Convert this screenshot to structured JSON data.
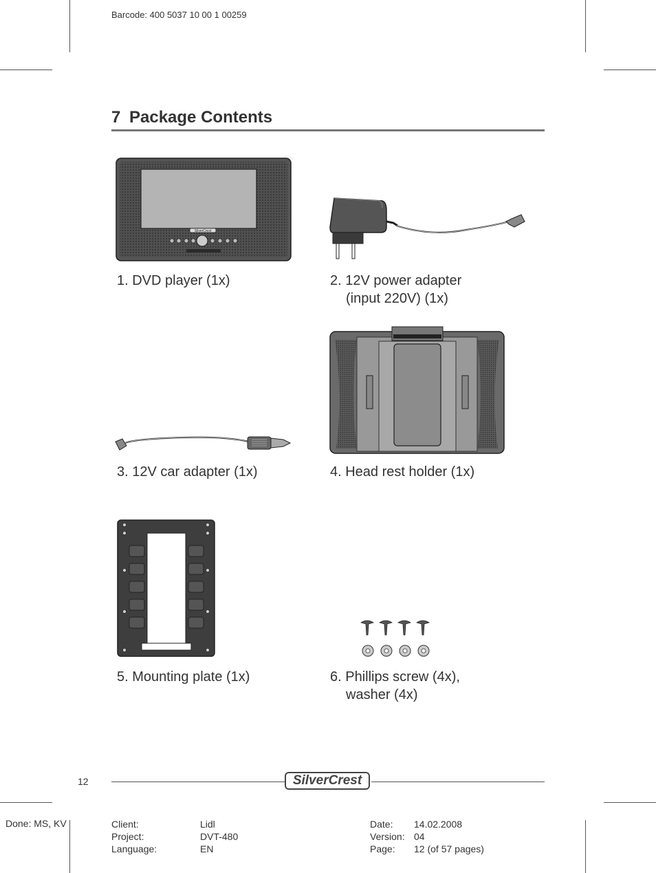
{
  "barcode": "Barcode: 400 5037 10 00 1 00259",
  "section": {
    "number": "7",
    "title": "Package Contents"
  },
  "items": [
    {
      "line1": "1. DVD player (1x)",
      "line2": ""
    },
    {
      "line1": "2. 12V power adapter",
      "line2": "(input 220V) (1x)"
    },
    {
      "line1": "3. 12V car adapter (1x)",
      "line2": ""
    },
    {
      "line1": "4. Head rest holder (1x)",
      "line2": ""
    },
    {
      "line1": "5. Mounting plate (1x)",
      "line2": ""
    },
    {
      "line1": "6. Phillips screw (4x),",
      "line2": "washer (4x)"
    }
  ],
  "page_number": "12",
  "brand": "SilverCrest",
  "device_logo": "SilverCrest",
  "done": "Done: MS, KV",
  "meta": {
    "client_label": "Client:",
    "client_value": "Lidl",
    "project_label": "Project:",
    "project_value": "DVT-480",
    "language_label": "Language:",
    "language_value": "EN",
    "date_label": "Date:",
    "date_value": "14.02.2008",
    "version_label": "Version:",
    "version_value": "04",
    "page_label": "Page:",
    "page_value": "12 (of 57 pages)"
  },
  "colors": {
    "ink": "#333333",
    "rule": "#777777",
    "device_dark": "#4a4a4a",
    "screen": "#b4b4b4"
  }
}
